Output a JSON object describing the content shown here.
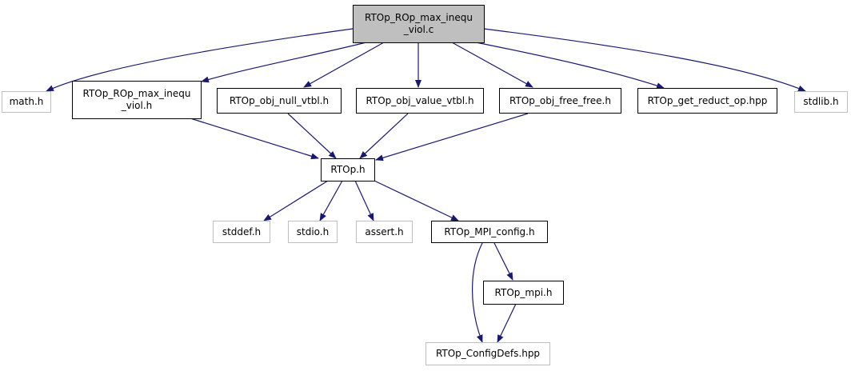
{
  "graph": {
    "colors": {
      "edge": "#191970",
      "root_fill": "#bfbfbf",
      "external_border": "#bfbfbf",
      "node_border": "#000000"
    },
    "nodes": {
      "root": {
        "line1": "RTOp_ROp_max_inequ",
        "line2": "_viol.c"
      },
      "math_h": {
        "label": "math.h"
      },
      "rop_header": {
        "line1": "RTOp_ROp_max_inequ",
        "line2": "_viol.h"
      },
      "obj_null": {
        "label": "RTOp_obj_null_vtbl.h"
      },
      "obj_value": {
        "label": "RTOp_obj_value_vtbl.h"
      },
      "obj_free": {
        "label": "RTOp_obj_free_free.h"
      },
      "get_reduct": {
        "label": "RTOp_get_reduct_op.hpp"
      },
      "stdlib_h": {
        "label": "stdlib.h"
      },
      "rtop_h": {
        "label": "RTOp.h"
      },
      "stddef_h": {
        "label": "stddef.h"
      },
      "stdio_h": {
        "label": "stdio.h"
      },
      "assert_h": {
        "label": "assert.h"
      },
      "mpi_config": {
        "label": "RTOp_MPI_config.h"
      },
      "rtop_mpi": {
        "label": "RTOp_mpi.h"
      },
      "config_defs": {
        "label": "RTOp_ConfigDefs.hpp"
      }
    }
  }
}
